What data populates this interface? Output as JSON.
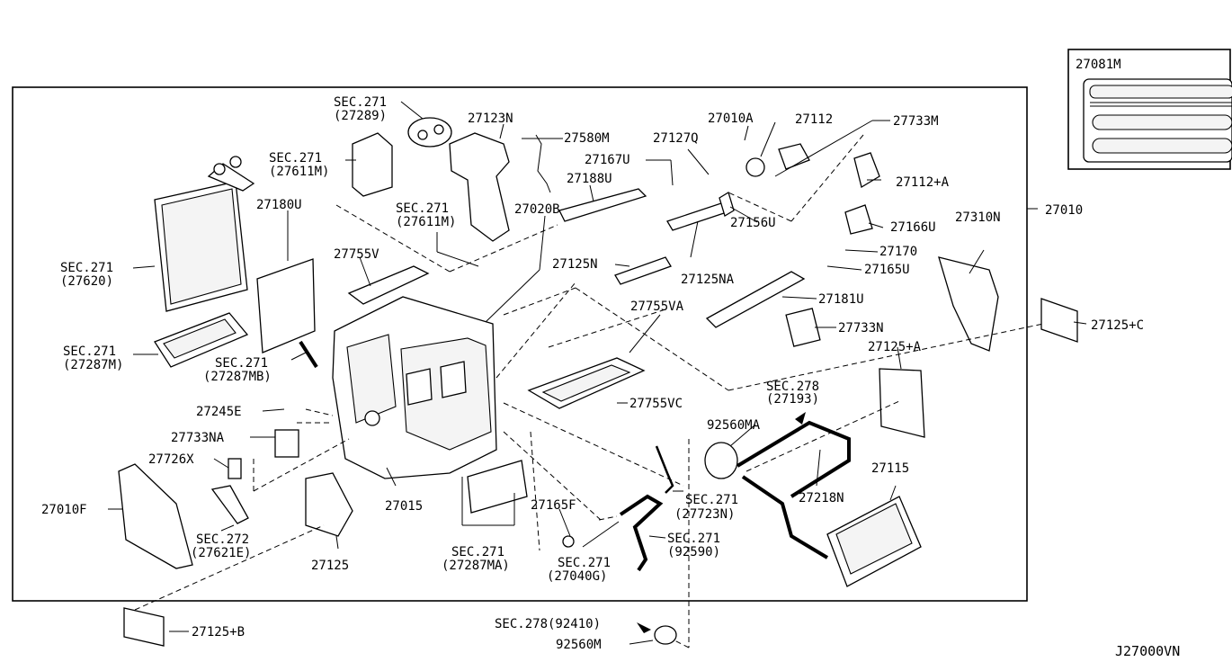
{
  "diagram_code": "J27000VN",
  "inset_part": "27081M",
  "main_part": "27010",
  "labels": {
    "l27289": [
      "SEC.271",
      "(27289)"
    ],
    "l27123N": "27123N",
    "l27580M": "27580M",
    "l27010A": "27010A",
    "l27112": "27112",
    "l27733M": "27733M",
    "l27611M_a": [
      "SEC.271",
      "(27611M)"
    ],
    "l27127Q": "27127Q",
    "l27167U": "27167U",
    "l27112A": "27112+A",
    "l27188U": "27188U",
    "l27611M_b": [
      "SEC.271",
      "(27611M)"
    ],
    "l27020B": "27020B",
    "l27166U": "27166U",
    "l27180U": "27180U",
    "l27156U": "27156U",
    "l27310N": "27310N",
    "l27170": "27170",
    "l27755V": "27755V",
    "l27125N": "27125N",
    "l27165U": "27165U",
    "l27620": [
      "SEC.271",
      "(27620)"
    ],
    "l27125NA": "27125NA",
    "l27181U": "27181U",
    "l27125C": "27125+C",
    "l27755VA": "27755VA",
    "l27733N": "27733N",
    "l27287M": [
      "SEC.271",
      "(27287M)"
    ],
    "l27125A": "27125+A",
    "l27287MB": [
      "SEC.271",
      "(27287MB)"
    ],
    "l27193": [
      "SEC.278",
      "(27193)"
    ],
    "l27755VC": "27755VC",
    "l27245E": "27245E",
    "l92560MA": "92560MA",
    "l27733NA": "27733NA",
    "l27115": "27115",
    "l27726X": "27726X",
    "l27015": "27015",
    "l27218N": "27218N",
    "l27723N": [
      "SEC.271",
      "(27723N)"
    ],
    "l27010F": "27010F",
    "l27165F": "27165F",
    "l92590": [
      "SEC.271",
      "(92590)"
    ],
    "l27621E": [
      "SEC.272",
      "(27621E)"
    ],
    "l27125": "27125",
    "l27287MA": [
      "SEC.271",
      "(27287MA)"
    ],
    "l27040G": [
      "SEC.271",
      "(27040G)"
    ],
    "l27125B": "27125+B",
    "l92410": "SEC.278(92410)",
    "l92560M": "92560M"
  }
}
